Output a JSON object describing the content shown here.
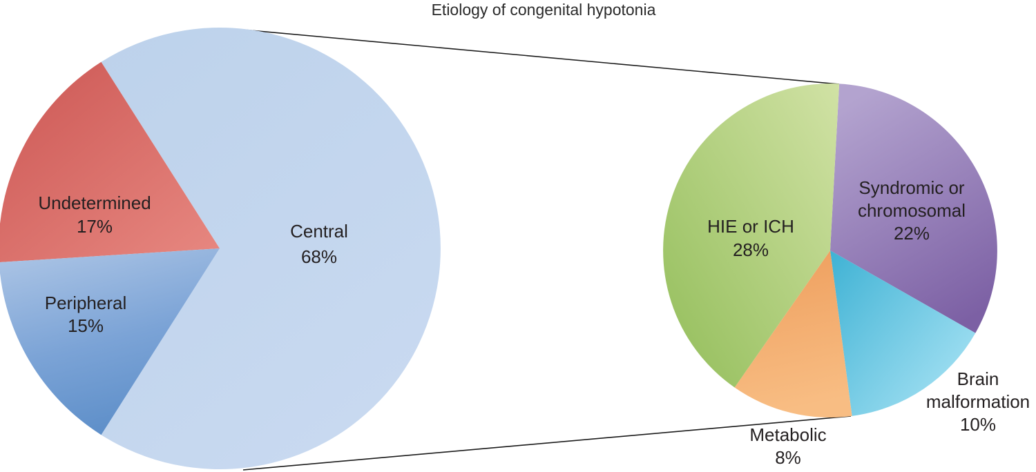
{
  "title": "Etiology of congenital hypotonia",
  "text_color": "#231f20",
  "background_color": "#ffffff",
  "chart_data": [
    {
      "type": "pie",
      "id": "etiology-overall",
      "title": "Etiology of congenital hypotonia",
      "unit": "percent",
      "legend_position": "labels-inside-slices",
      "slices": [
        {
          "label": "Central",
          "pct_label": "68%",
          "value": 68,
          "color": "#c1d5ee"
        },
        {
          "label": "Undetermined",
          "pct_label": "17%",
          "value": 17,
          "color": "#d66360"
        },
        {
          "label": "Peripheral",
          "pct_label": "15%",
          "value": 15,
          "color": "#7aa1d4"
        }
      ]
    },
    {
      "type": "pie",
      "id": "central-slice-breakdown",
      "unit": "percent-of-total",
      "legend_position": "labels-inside-or-beside-slices",
      "slices": [
        {
          "label": "HIE or ICH",
          "label_lines": [
            "HIE or ICH"
          ],
          "pct_label": "28%",
          "value": 28,
          "color": "#b7d37e"
        },
        {
          "label": "Syndromic or chromosomal",
          "label_lines": [
            "Syndromic or",
            "chromosomal"
          ],
          "pct_label": "22%",
          "value": 22,
          "color": "#9177b8"
        },
        {
          "label": "Brain malformation",
          "label_lines": [
            "Brain",
            "malformation"
          ],
          "pct_label": "10%",
          "value": 10,
          "color": "#5fc2df"
        },
        {
          "label": "Metabolic",
          "label_lines": [
            "Metabolic"
          ],
          "pct_label": "8%",
          "value": 8,
          "color": "#f2a566"
        }
      ]
    }
  ]
}
